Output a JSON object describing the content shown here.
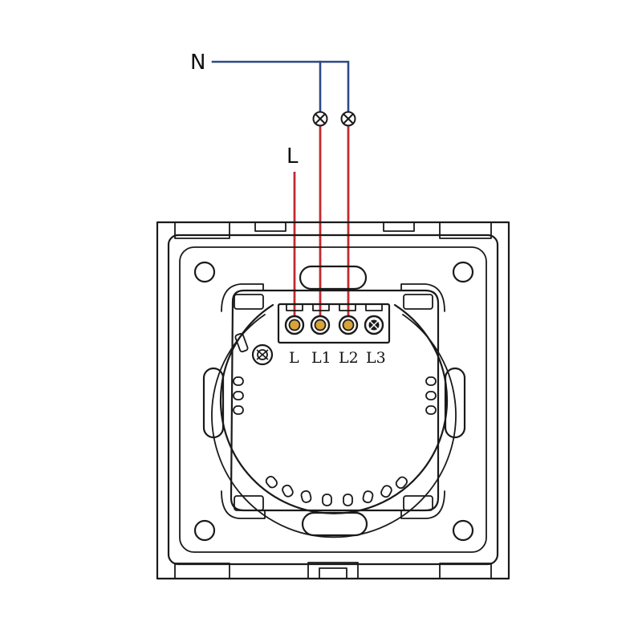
{
  "labels": {
    "neutral": "N",
    "live": "L",
    "terminals": [
      "L",
      "L1",
      "L2",
      "L3"
    ]
  },
  "colors": {
    "neutral_wire": "#2c4a86",
    "live_wire": "#c42a2f",
    "terminal_brass": "#d9a23a",
    "outline": "#1a1a1a"
  },
  "components": {
    "lamps": [
      "lamp-symbol-icon",
      "lamp-symbol-icon"
    ],
    "switch": "wall-switch-back-plate"
  }
}
